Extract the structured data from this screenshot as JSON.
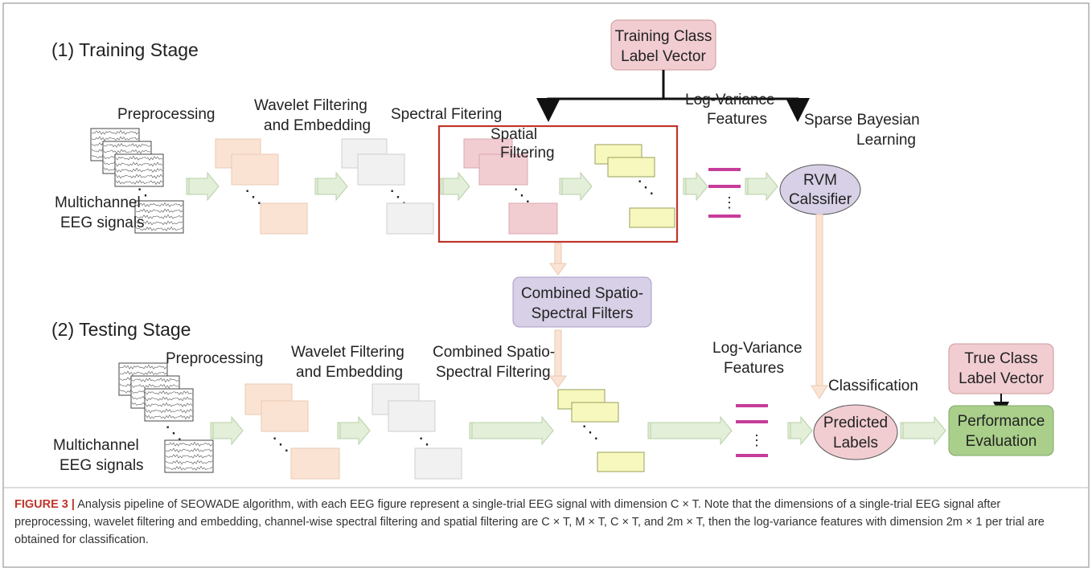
{
  "stages": {
    "training": "(1) Training Stage",
    "testing": "(2) Testing Stage"
  },
  "training": {
    "preprocessing": "Preprocessing",
    "wavelet": [
      "Wavelet Filtering",
      "and Embedding"
    ],
    "spectral": "Spectral Fitering",
    "spatial": [
      "Spatial",
      "Filtering"
    ],
    "logvar": [
      "Log-Variance",
      "Features"
    ],
    "sbl": [
      "Sparse Bayesian",
      "Learning"
    ],
    "rvm": [
      "RVM",
      "Calssifier"
    ],
    "class_label": [
      "Training Class",
      "Label Vector"
    ],
    "eeg": [
      "Multichannel",
      "EEG signals"
    ]
  },
  "combined_filters": [
    "Combined Spatio-",
    "Spectral Filters"
  ],
  "testing": {
    "preprocessing": "Preprocessing",
    "wavelet": [
      "Wavelet Filtering",
      "and Embedding"
    ],
    "combined": [
      "Combined Spatio-",
      "Spectral Filtering"
    ],
    "logvar": [
      "Log-Variance",
      "Features"
    ],
    "classification": "Classification",
    "predicted": [
      "Predicted",
      "Labels"
    ],
    "true_label": [
      "True Class",
      "Label Vector"
    ],
    "performance": [
      "Performance",
      "Evaluation"
    ],
    "eeg": [
      "Multichannel",
      "EEG signals"
    ]
  },
  "dots": "⋱",
  "vdots": "⋮",
  "caption": {
    "figure_label": "FIGURE 3 |",
    "text": "Analysis pipeline of SEOWADE algorithm, with each EEG figure represent a single-trial EEG signal with dimension C × T. Note that the dimensions of a single-trial EEG signal after preprocessing, wavelet filtering and embedding, channel-wise spectral filtering and spatial filtering are C × T, M × T, C × T, and 2m × T, then the log-variance features with dimension 2m × 1 per trial are obtained for classification."
  },
  "colors": {
    "orange": "#fbe3d3",
    "gray": "#f1f1f1",
    "pink": "#f1cdd2",
    "yellow": "#f7f8bd",
    "arrow": "#e3efd9",
    "lavender": "#d7d0e6",
    "green": "#a9cf8a",
    "magenta": "#c63c9a",
    "red": "#c0352b"
  }
}
